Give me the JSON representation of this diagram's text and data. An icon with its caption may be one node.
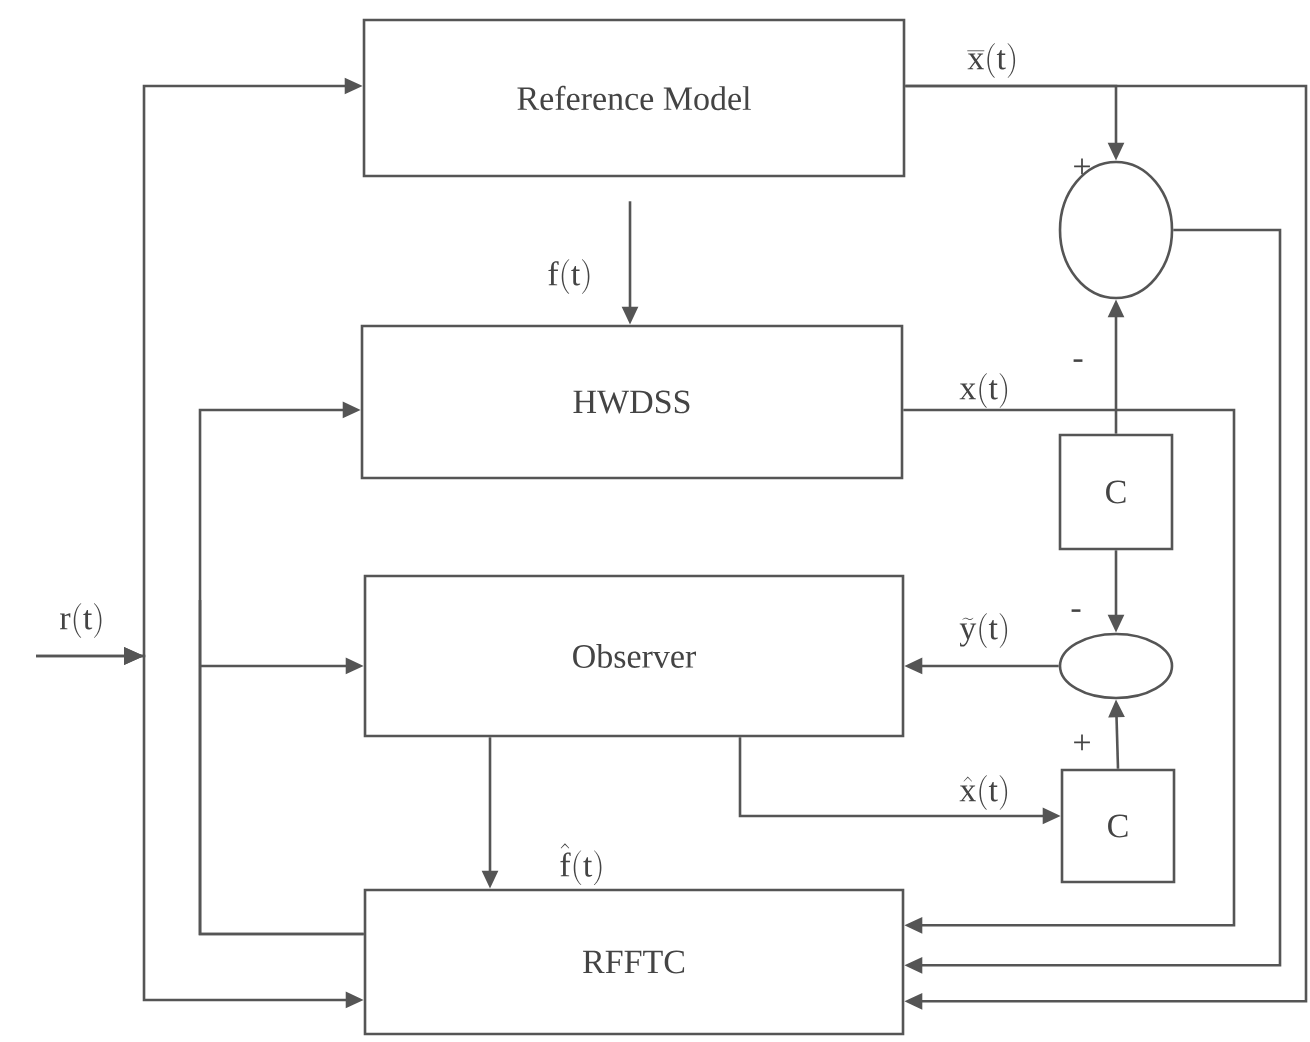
{
  "diagram": {
    "nodes": [
      {
        "text": [
          "Reference Model"
        ]
      },
      {
        "text": [
          "HWDSS"
        ]
      },
      {
        "text": [
          "Observer"
        ]
      },
      {
        "text": [
          "RFFTC"
        ]
      },
      {
        "text": [],
        "shape": "circle"
      },
      {
        "text": [
          "C"
        ]
      },
      {
        "text": [],
        "shape": "circle"
      },
      {
        "text": [
          "C"
        ]
      }
    ],
    "edges": [
      {
        "from": null,
        "to": 0,
        "arrow": "to",
        "label": "\\mathrm{r(t)}"
      },
      {
        "from": null,
        "to": 3,
        "arrow": "to"
      },
      {
        "from": 3,
        "to": 1,
        "arrow": "to"
      },
      {
        "from": 3,
        "to": 2,
        "arrow": "to"
      },
      {
        "from": 0,
        "to": 1,
        "arrow": "to",
        "label": "\\mathrm{f(t)}"
      },
      {
        "from": 0,
        "to": 4,
        "arrow": "to"
      },
      {
        "from": 0,
        "to": 3,
        "arrow": "to",
        "label": "\\overline{\\mathrm{x}}\\mathrm{(t)}"
      },
      {
        "from": 4,
        "to": 3,
        "arrow": "to"
      },
      {
        "from": 1,
        "to": 3,
        "arrow": "to",
        "label": "\\mathrm{x(t)}"
      },
      {
        "from": 5,
        "to": 4,
        "arrow": "to"
      },
      {
        "from": 5,
        "to": 6,
        "arrow": "to"
      },
      {
        "from": 6,
        "to": 2,
        "arrow": "to",
        "label": "\\widetilde{\\mathrm{y}}\\mathrm{(t)}"
      },
      {
        "from": 2,
        "to": 7,
        "arrow": "to",
        "label": "\\hat{\\mathrm{x}}\\mathrm{(t)}"
      },
      {
        "from": 7,
        "to": 6,
        "arrow": "to"
      },
      {
        "from": 2,
        "to": 3,
        "arrow": "to",
        "label": "\\hat{\\mathrm{f}}\\mathrm{(t)}"
      }
    ],
    "labels": [
      "+",
      "-",
      "-",
      "+"
    ]
  }
}
